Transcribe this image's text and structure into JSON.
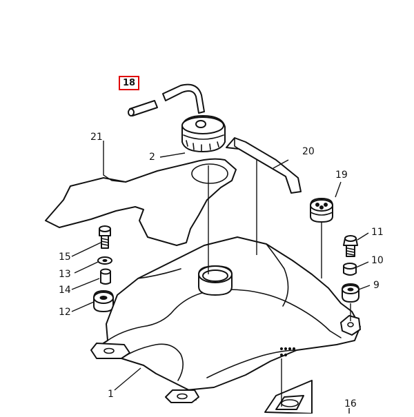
{
  "diagram": {
    "callouts": {
      "c18": "18",
      "c21": "21",
      "c2": "2",
      "c20": "20",
      "c19": "19",
      "c11": "11",
      "c10": "10",
      "c9": "9",
      "c15": "15",
      "c13": "13",
      "c14": "14",
      "c12": "12",
      "c1": "1",
      "c16": "16"
    },
    "highlight_color": "#e00000"
  }
}
